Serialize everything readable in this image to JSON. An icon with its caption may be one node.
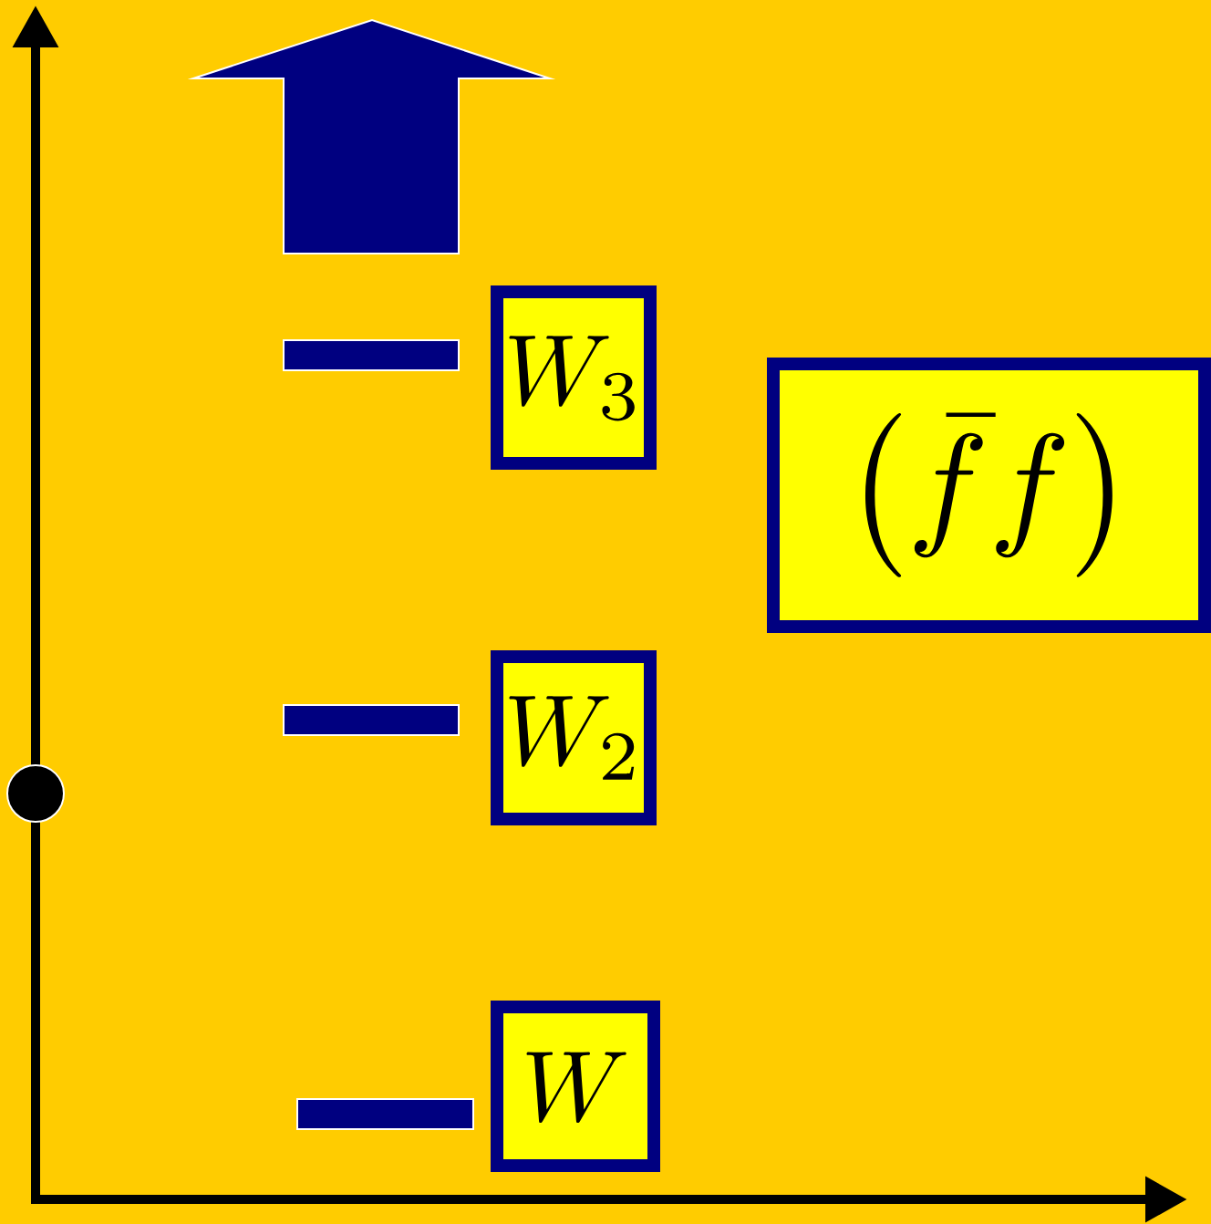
{
  "diagram": {
    "nodes": [
      {
        "text": [],
        "shape": "bar"
      },
      {
        "text": [
          "W_{3}"
        ]
      },
      {
        "text": [
          "\\left(\\bar{f}f\\right)"
        ]
      },
      {
        "text": [],
        "shape": "bar"
      },
      {
        "text": [
          "W_{2}"
        ]
      },
      {
        "text": [],
        "shape": "bar"
      },
      {
        "text": [
          "W"
        ]
      }
    ]
  }
}
